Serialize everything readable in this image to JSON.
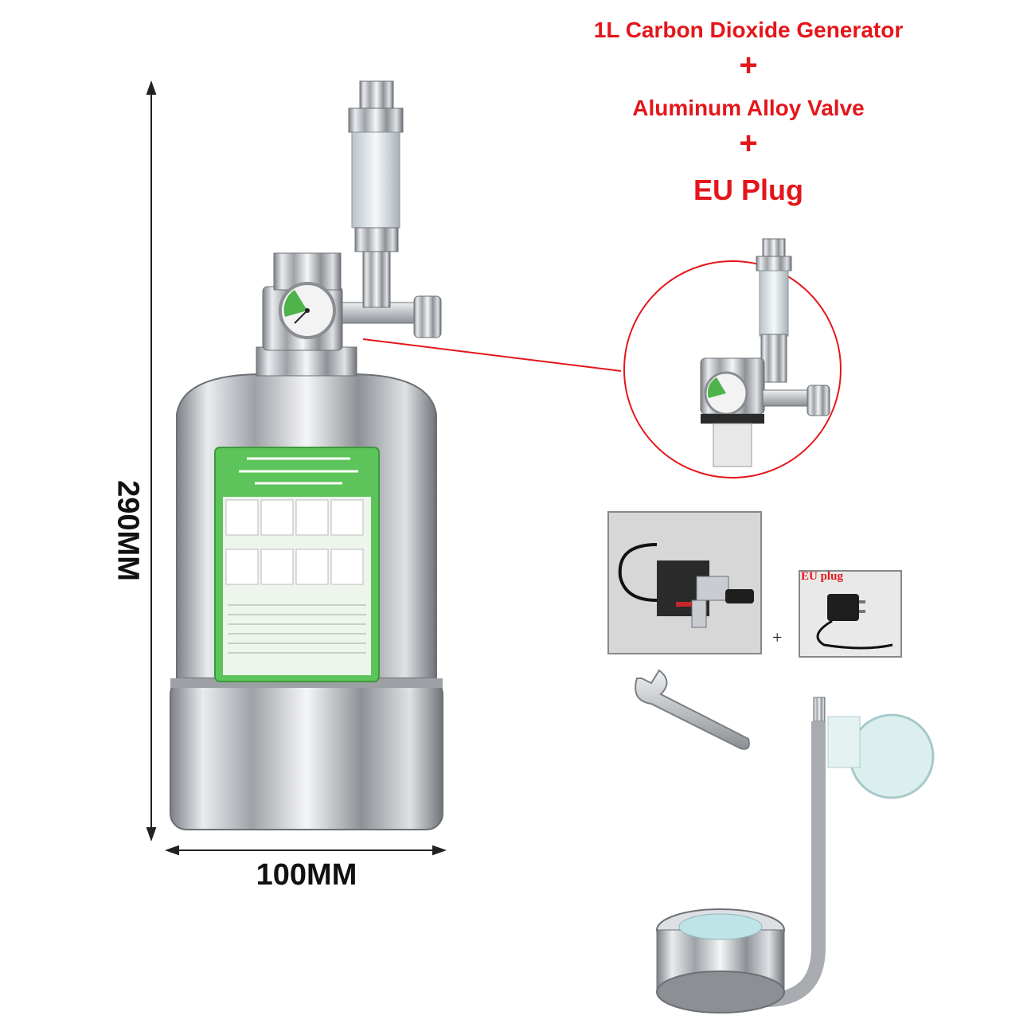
{
  "heading": {
    "line1": "1L Carbon Dioxide Generator",
    "plus1": "+",
    "line2": "Aluminum Alloy Valve",
    "plus2": "+",
    "line3": "EU Plug"
  },
  "dimensions": {
    "width_label": "100MM",
    "height_label": "290MM"
  },
  "accessories": {
    "adapter_tag": "EU plug",
    "plus": "+"
  },
  "colors": {
    "accent_red": "#e4161b",
    "label_green": "#5cc45a",
    "steel": "#c9ccd0"
  }
}
